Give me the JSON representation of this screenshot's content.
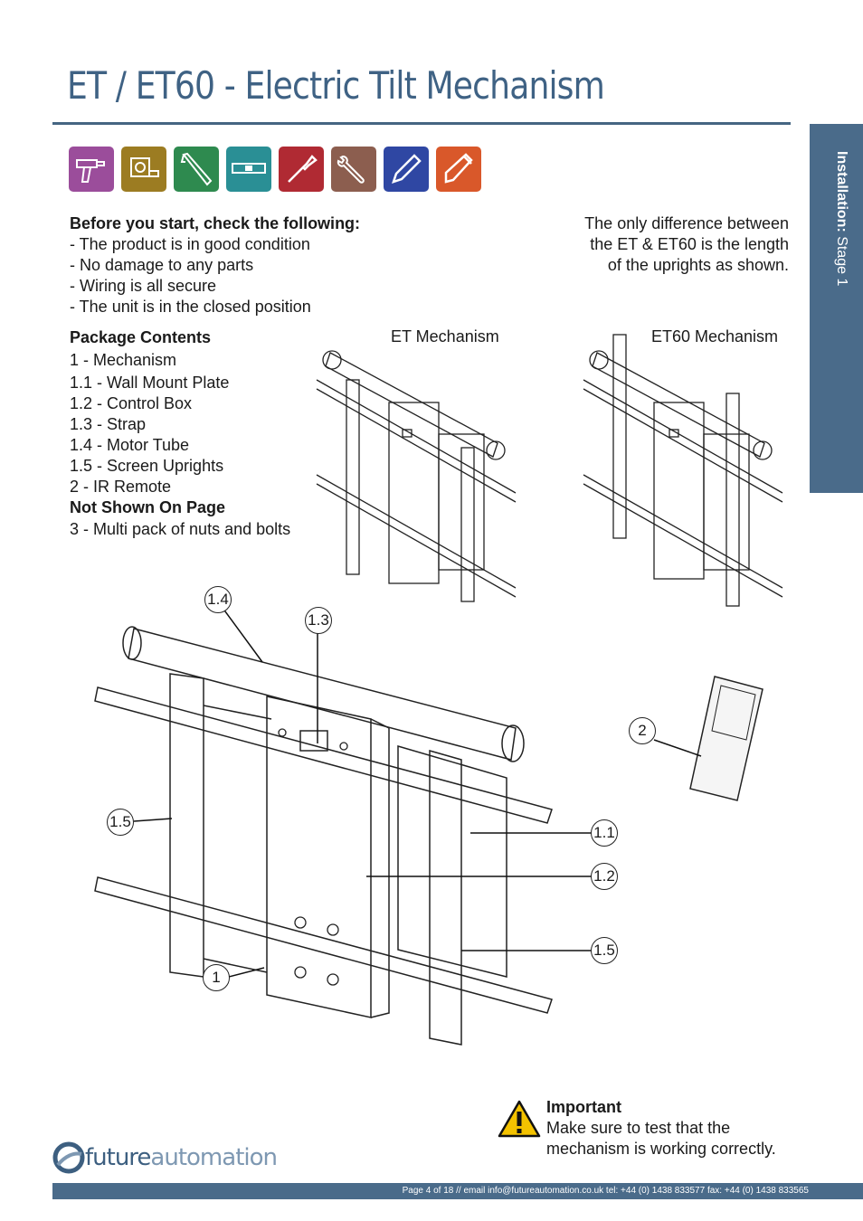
{
  "title": "ET / ET60 - Electric Tilt Mechanism",
  "side_tab": {
    "bold": "Installation:",
    "rest": " Stage 1"
  },
  "tools": [
    {
      "icon": "drill-icon",
      "color": "#9b4d9b"
    },
    {
      "icon": "tape-measure-icon",
      "color": "#9c7c22"
    },
    {
      "icon": "allen-key-icon",
      "color": "#2e8a4f"
    },
    {
      "icon": "spirit-level-icon",
      "color": "#2a8f95"
    },
    {
      "icon": "screwdriver-icon",
      "color": "#b02a33"
    },
    {
      "icon": "spanner-icon",
      "color": "#8c5e4f"
    },
    {
      "icon": "pencil-icon",
      "color": "#2f47a3"
    },
    {
      "icon": "cutter-icon",
      "color": "#d9582a"
    }
  ],
  "checks": {
    "heading": "Before you start, check the following:",
    "items": [
      "- The product is in good condition",
      "- No damage to any parts",
      "- Wiring is all secure",
      "- The unit is in the closed position"
    ]
  },
  "difference": [
    "The only difference between",
    "the ET & ET60 is the length",
    "of the uprights as shown."
  ],
  "package": {
    "heading": "Package Contents",
    "items": [
      "1 - Mechanism",
      "1.1 - Wall Mount Plate",
      "1.2 - Control Box",
      "1.3 - Strap",
      "1.4 - Motor Tube",
      "1.5 - Screen Uprights",
      "2 - IR Remote"
    ],
    "not_shown_heading": "Not Shown On Page",
    "not_shown_items": [
      "3 - Multi pack of nuts and bolts"
    ]
  },
  "labels": {
    "et": "ET Mechanism",
    "et60": "ET60 Mechanism"
  },
  "callouts": {
    "c14": "1.4",
    "c13": "1.3",
    "c2": "2",
    "c15a": "1.5",
    "c11": "1.1",
    "c12": "1.2",
    "c15b": "1.5",
    "c1": "1"
  },
  "important": {
    "heading": "Important",
    "lines": [
      "Make sure to test that the",
      "mechanism is working correctly."
    ]
  },
  "logo": {
    "part1": "future",
    "part2": "automation"
  },
  "footer": "Page 4 of 18 // email info@futureautomation.co.uk  tel: +44 (0) 1438 833577  fax: +44 (0) 1438 833565"
}
